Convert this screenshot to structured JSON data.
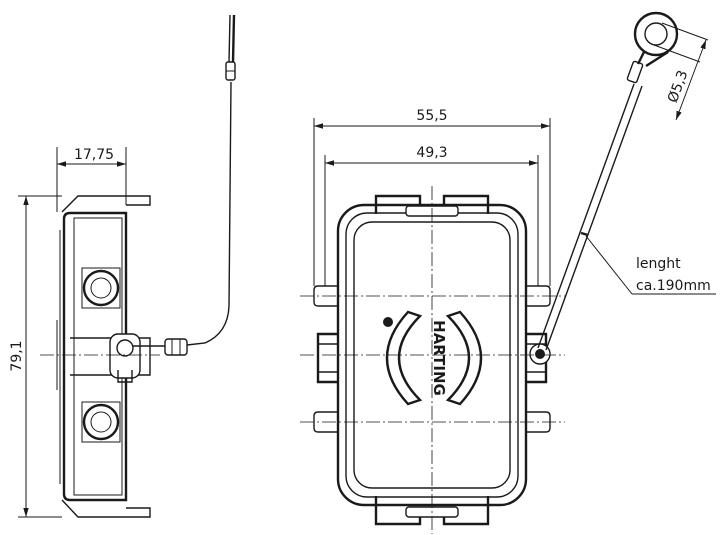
{
  "drawing": {
    "dimensions": {
      "side_width": "17,75",
      "height": "79,1",
      "overall_width": "55,5",
      "inner_width": "49,3",
      "ring_hole_diameter": "Ø5,3"
    },
    "annotation": {
      "line1": "lenght",
      "line2": "ca.190mm"
    },
    "logo_text": "HARTING"
  }
}
